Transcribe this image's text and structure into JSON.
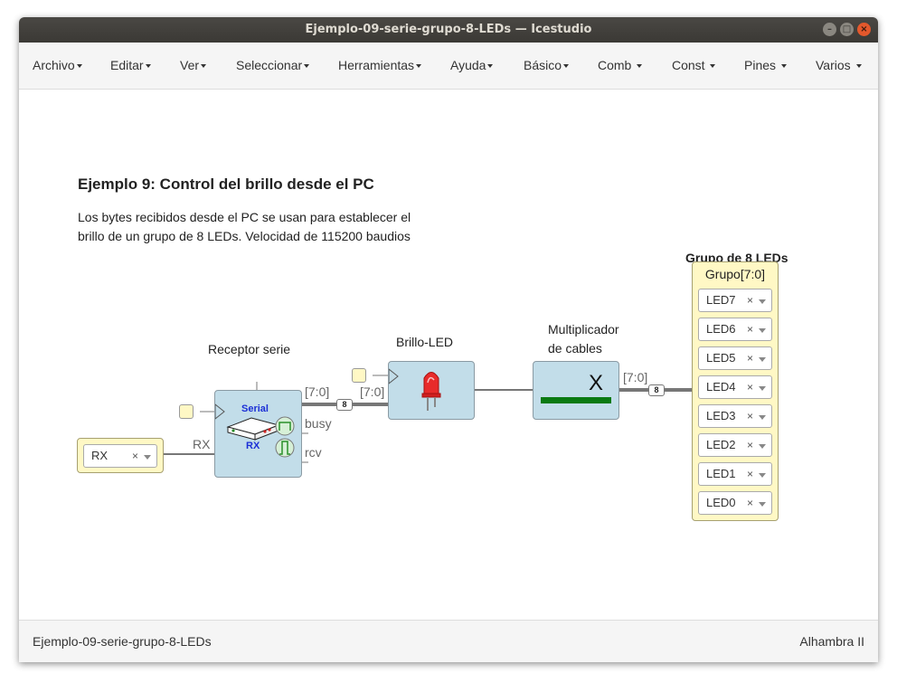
{
  "window": {
    "title": "Ejemplo-09-serie-grupo-8-LEDs — Icestudio"
  },
  "menu": [
    {
      "label": "Archivo"
    },
    {
      "label": "Editar"
    },
    {
      "label": "Ver"
    },
    {
      "label": "Seleccionar"
    },
    {
      "label": "Herramientas"
    },
    {
      "label": "Ayuda"
    },
    {
      "label": "Básico"
    },
    {
      "label": "Comb"
    },
    {
      "label": "Const"
    },
    {
      "label": "Pines"
    },
    {
      "label": "Varios"
    }
  ],
  "canvas": {
    "heading": "Ejemplo 9: Control del brillo desde el PC",
    "description_line1": "Los bytes recibidos desde el PC se usan para establecer el",
    "description_line2": "brillo de un grupo de 8 LEDs. Velocidad de 115200 baudios",
    "input_pin": {
      "value": "RX",
      "clear": "×"
    },
    "rx_wire_label": "RX",
    "serial_block": {
      "label": "Receptor serie",
      "icon_text_top": "Serial",
      "icon_text_bottom": "RX",
      "outputs": [
        "[7:0]",
        "busy",
        "rcv"
      ]
    },
    "bus_width": "8",
    "brillo_block": {
      "label": "Brillo-LED",
      "input_label": "[7:0]"
    },
    "mult_block": {
      "label_line1": "Multiplicador",
      "label_line2": "de cables",
      "symbol": "X",
      "output_label": "[7:0]"
    },
    "group": {
      "title": "Grupo de 8 LEDs",
      "name": "Grupo[7:0]",
      "clear": "×",
      "leds": [
        "LED7",
        "LED6",
        "LED5",
        "LED4",
        "LED3",
        "LED2",
        "LED1",
        "LED0"
      ]
    }
  },
  "status": {
    "left": "Ejemplo-09-serie-grupo-8-LEDs",
    "right": "Alhambra II"
  }
}
